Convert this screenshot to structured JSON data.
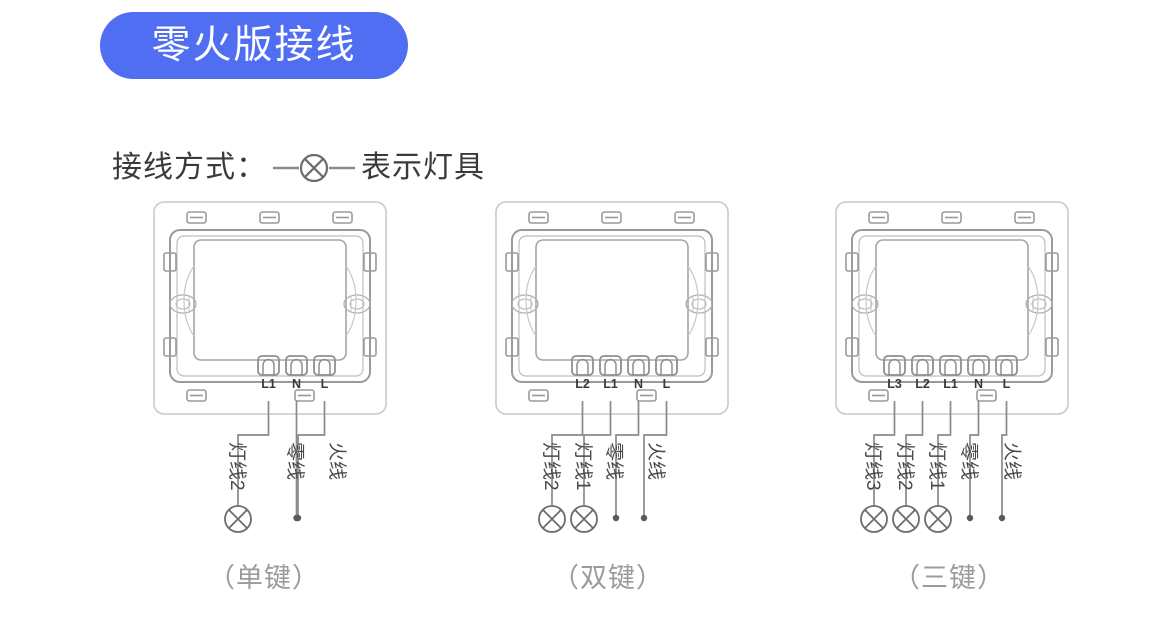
{
  "title": {
    "text": "零火版接线",
    "badge_color": "#4f6ef2",
    "text_color": "#ffffff"
  },
  "subtitle": {
    "prefix": "接线方式：",
    "legend_icon": "lamp-symbol-icon",
    "suffix": "表示灯具"
  },
  "colors": {
    "accent": "#4f6ef2",
    "line": "#8a8a8a",
    "device_outline": "#9a9a9a",
    "label_text": "#4a4a4a",
    "caption_text": "#9b9b9b",
    "terminal_text": "#3a3a3a"
  },
  "diagrams": [
    {
      "id": "single-gang",
      "caption": "（单键）",
      "terminals": [
        "L1",
        "N",
        "L"
      ],
      "wires": [
        {
          "label": "灯线2",
          "terminal": "L1",
          "endpoint": "lamp"
        },
        {
          "label": "零线",
          "terminal": "N",
          "endpoint": "dot"
        },
        {
          "label": "火线",
          "terminal": "L",
          "endpoint": "dot"
        }
      ]
    },
    {
      "id": "double-gang",
      "caption": "（双键）",
      "terminals": [
        "L2",
        "L1",
        "N",
        "L"
      ],
      "wires": [
        {
          "label": "灯线2",
          "terminal": "L2",
          "endpoint": "lamp"
        },
        {
          "label": "灯线1",
          "terminal": "L1",
          "endpoint": "lamp"
        },
        {
          "label": "零线",
          "terminal": "N",
          "endpoint": "dot"
        },
        {
          "label": "火线",
          "terminal": "L",
          "endpoint": "dot"
        }
      ]
    },
    {
      "id": "triple-gang",
      "caption": "（三键）",
      "terminals": [
        "L3",
        "L2",
        "L1",
        "N",
        "L"
      ],
      "wires": [
        {
          "label": "灯线3",
          "terminal": "L3",
          "endpoint": "lamp"
        },
        {
          "label": "灯线2",
          "terminal": "L2",
          "endpoint": "lamp"
        },
        {
          "label": "灯线1",
          "terminal": "L1",
          "endpoint": "lamp"
        },
        {
          "label": "零线",
          "terminal": "N",
          "endpoint": "dot"
        },
        {
          "label": "火线",
          "terminal": "L",
          "endpoint": "dot"
        }
      ]
    }
  ]
}
